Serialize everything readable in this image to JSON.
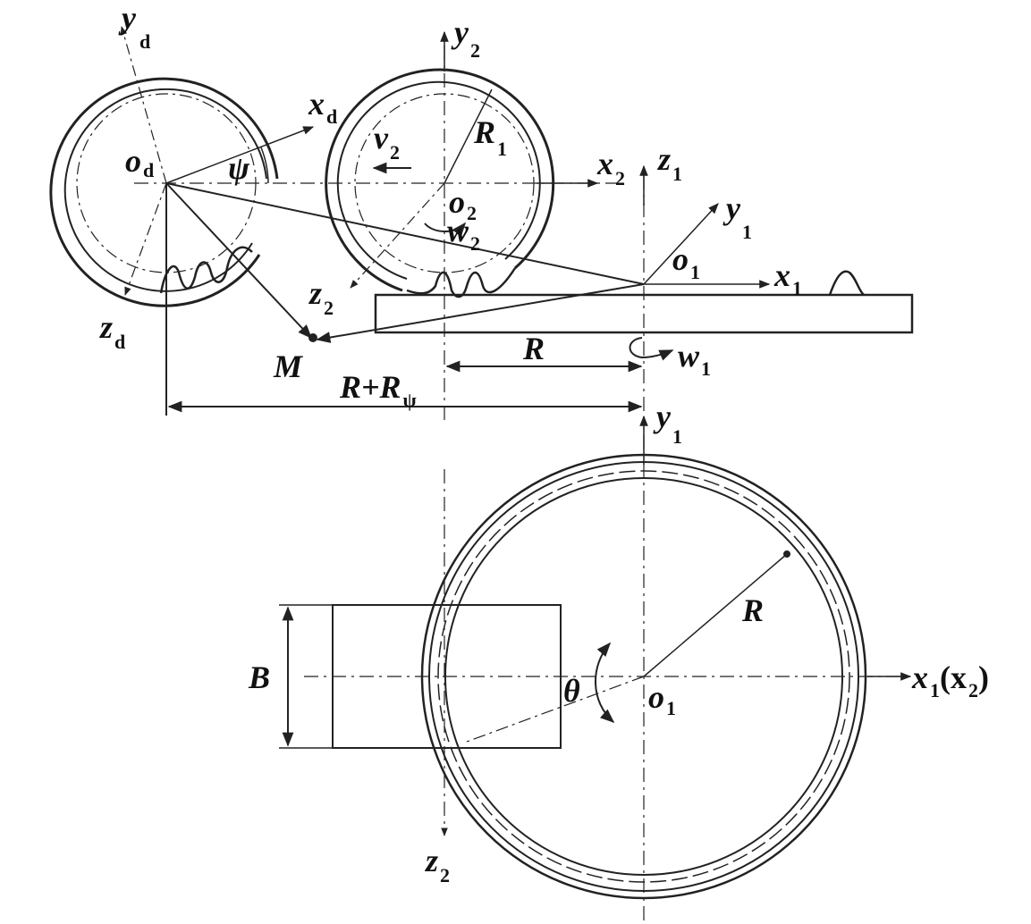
{
  "labels": {
    "yd": {
      "main": "y",
      "sub": "d"
    },
    "xd": {
      "main": "x",
      "sub": "d"
    },
    "zd": {
      "main": "z",
      "sub": "d"
    },
    "od": {
      "main": "o",
      "sub": "d"
    },
    "psi": {
      "main": "ψ"
    },
    "y2": {
      "main": "y",
      "sub": "2"
    },
    "v2": {
      "main": "v",
      "sub": "2"
    },
    "R1": {
      "main": "R",
      "sub": "1"
    },
    "x2": {
      "main": "x",
      "sub": "2"
    },
    "o2": {
      "main": "o",
      "sub": "2"
    },
    "w2": {
      "main": "w",
      "sub": "2"
    },
    "z2_top": {
      "main": "z",
      "sub": "2"
    },
    "z1": {
      "main": "z",
      "sub": "1"
    },
    "y1_top": {
      "main": "y",
      "sub": "1"
    },
    "o1_top": {
      "main": "o",
      "sub": "1"
    },
    "x1_top": {
      "main": "x",
      "sub": "1"
    },
    "M": {
      "main": "M"
    },
    "R_top": {
      "main": "R"
    },
    "w1": {
      "main": "w",
      "sub": "1"
    },
    "R_Rpsi": {
      "main": "R+R",
      "sub": "ψ"
    },
    "y1_bottom": {
      "main": "y",
      "sub": "1"
    },
    "R_bottom": {
      "main": "R"
    },
    "B": {
      "main": "B"
    },
    "theta": {
      "main": "θ"
    },
    "o1_bottom": {
      "main": "o",
      "sub": "1"
    },
    "x1x2": {
      "main": "x",
      "sub": "1",
      "tail": "(x",
      "sub2": "2",
      "tail2": ")"
    },
    "z2_bottom": {
      "main": "z",
      "sub": "2"
    }
  }
}
